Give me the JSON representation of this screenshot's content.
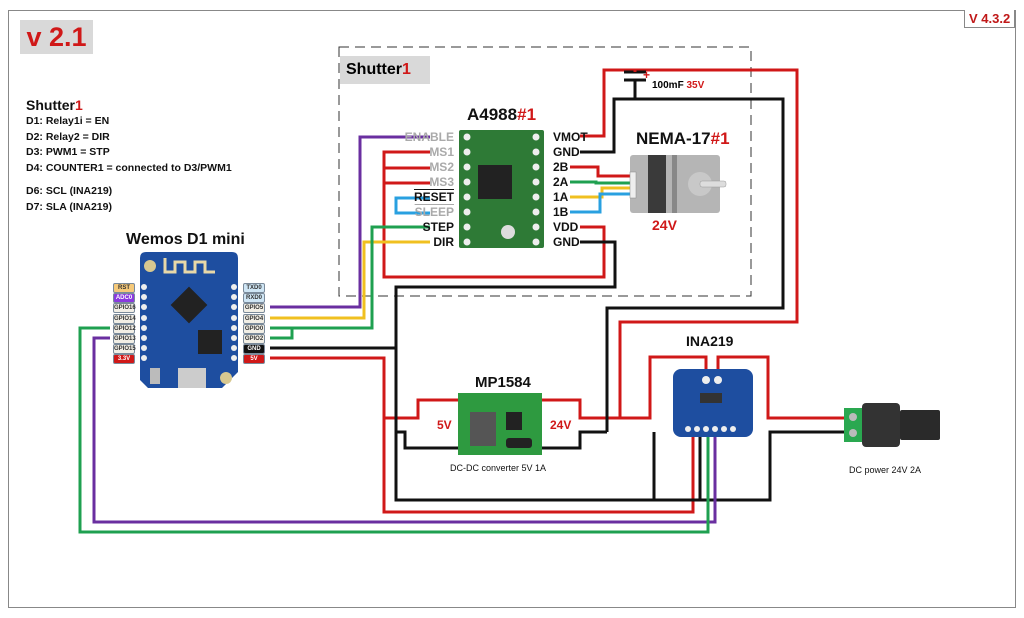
{
  "version_badge": "v 2.1",
  "version_corner": "V 4.3.2",
  "notes": {
    "title": "Shutter",
    "title_num": "1",
    "lines": [
      "D1: Relay1i = EN",
      "D2: Relay2 = DIR",
      "D3: PWM1 = STP",
      "D4: COUNTER1 = connected to D3/PWM1"
    ],
    "lines2": [
      "D6: SCL (INA219)",
      "D7: SLA (INA219)"
    ]
  },
  "shutter_group": {
    "label": "Shutter",
    "num": "1"
  },
  "wemos": {
    "title": "Wemos D1 mini",
    "left_pins": [
      "RST",
      "ADC0",
      "GPIO16",
      "GPIO14",
      "GPIO12",
      "GPIO13",
      "GPIO15",
      "3.3V"
    ],
    "right_pins": [
      "TXD0",
      "RXD0",
      "GPIO5",
      "GPIO4",
      "GPIO0",
      "GPIO2",
      "GND",
      "5V"
    ]
  },
  "driver": {
    "title": "A4988",
    "title_num": "#1",
    "left_pins": [
      "ENABLE",
      "MS1",
      "MS2",
      "MS3",
      "RESET",
      "SLEEP",
      "STEP",
      "DIR"
    ],
    "right_pins": [
      "VMOT",
      "GND",
      "2B",
      "2A",
      "1A",
      "1B",
      "VDD",
      "GND"
    ]
  },
  "capacitor": {
    "value": "100mF",
    "voltage": "35V"
  },
  "motor": {
    "title": "NEMA-17",
    "title_num": "#1",
    "voltage": "24V"
  },
  "converter": {
    "title": "MP1584",
    "in_label": "24V",
    "out_label": "5V",
    "caption": "DC-DC converter  5V 1A"
  },
  "sensor": {
    "title": "INA219"
  },
  "power": {
    "caption": "DC power  24V 2A"
  },
  "colors": {
    "red": "#d01818",
    "black": "#111111",
    "purple": "#6a2fa0",
    "yellow": "#f0c020",
    "green": "#1fa050",
    "blue": "#29a0e0"
  }
}
